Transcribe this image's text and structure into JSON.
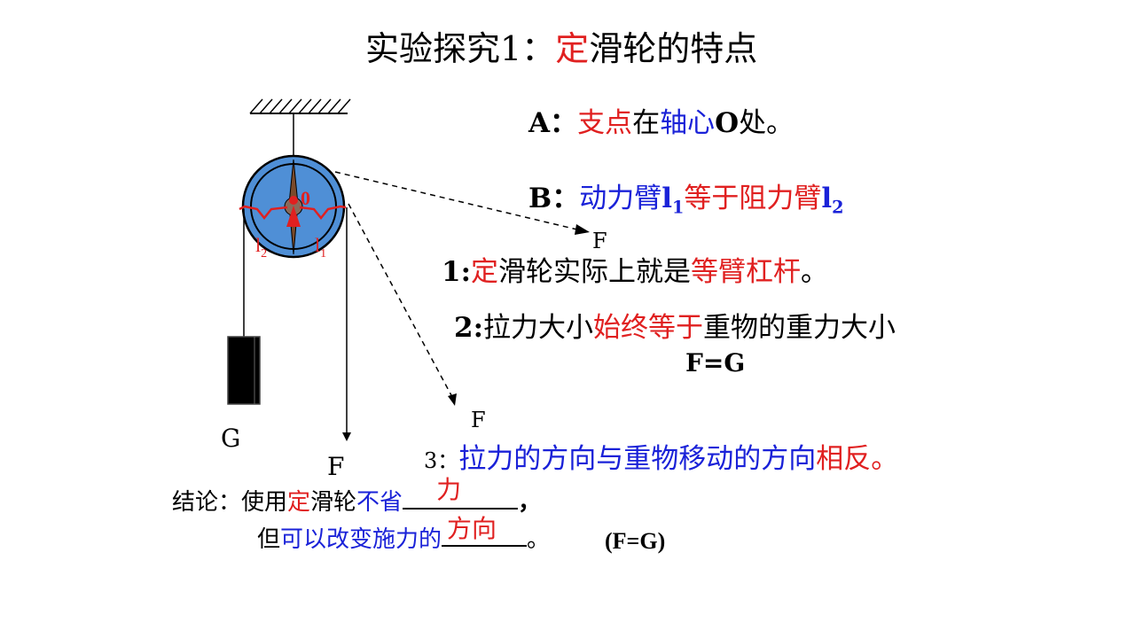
{
  "title": {
    "prefix": "实验探究1：",
    "highlight": "定",
    "rest": "滑轮的特点"
  },
  "point_a": {
    "label": "A：",
    "part1": "支点",
    "part2": "在",
    "part3": "轴心",
    "part4": "O",
    "part5": "处。"
  },
  "point_b": {
    "label": "B：",
    "part1": "动力臂",
    "l1": "l",
    "l1_sub": "1",
    "part2": "等于阻力臂",
    "l2": "l",
    "l2_sub": "2"
  },
  "conclusion1": {
    "num": "1:",
    "p1": "定",
    "p2": "滑轮实际上就是",
    "p3": "等臂杠杆",
    "p4": "。"
  },
  "conclusion2": {
    "num": "2:",
    "p1": "拉力大小",
    "p2": "始终等于",
    "p3": "重物的重力大小"
  },
  "formula": "F=G",
  "conclusion3": {
    "num": "3：",
    "p1": "拉力的方向与重物移动的方向",
    "p2": "相反",
    "p3": "。"
  },
  "summary": {
    "line1_prefix": "结论：使用",
    "line1_red": "定",
    "line1_mid": "滑轮",
    "line1_blue": "不省",
    "answer1": "力",
    "line1_end": "，",
    "line2_prefix": "但",
    "line2_blue": "可以改变施力的",
    "answer2": "方向",
    "line2_end": "。",
    "note": "(F=G)"
  },
  "diagram": {
    "weight_label": "G",
    "force_label_down": "F",
    "force_label_arrow1": "F",
    "force_label_arrow2": "F",
    "pivot_label": "0",
    "arm_label_left": "l",
    "arm_label_left_sub": "2",
    "arm_label_right": "l",
    "arm_label_right_sub": "1"
  },
  "colors": {
    "red": "#e02020",
    "blue": "#1a22d8",
    "pulley_fill": "#4f8fd6",
    "pulley_axle": "#7a4a2a"
  }
}
